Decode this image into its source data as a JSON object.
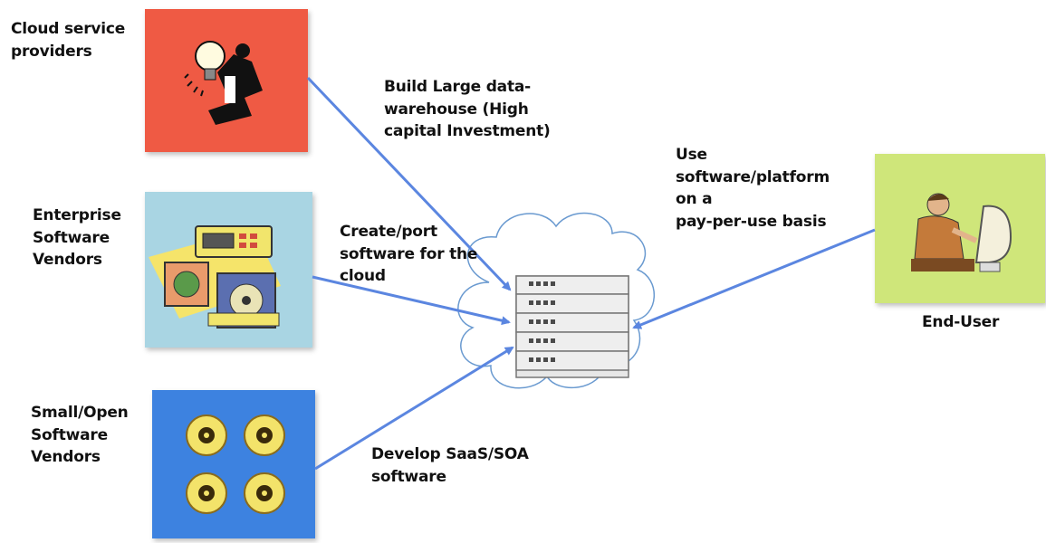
{
  "actors": {
    "cloud_providers": {
      "label": "Cloud service\nproviders",
      "color": "#ef5a44",
      "icon": "lightbulb-worker-icon"
    },
    "enterprise_vendors": {
      "label": "Enterprise\nSoftware\nVendors",
      "color": "#a9d5e3",
      "icon": "software-boxes-icon"
    },
    "small_vendors": {
      "label": "Small/Open\nSoftware\nVendors",
      "color": "#3d82e0",
      "icon": "discs-icon"
    },
    "end_user": {
      "label": "End-User",
      "color": "#cfe67a",
      "icon": "computer-user-icon"
    }
  },
  "flows": {
    "build": "Build Large data-\nwarehouse (High\ncapital Investment)",
    "create": "Create/port\nsoftware for the\ncloud",
    "develop": "Develop SaaS/SOA\nsoftware",
    "use": "Use\nsoftware/platform\non a\npay-per-use basis"
  },
  "center": {
    "icon": "cloud-server-rack-icon"
  },
  "colors": {
    "arrow": "#5b86e0"
  }
}
